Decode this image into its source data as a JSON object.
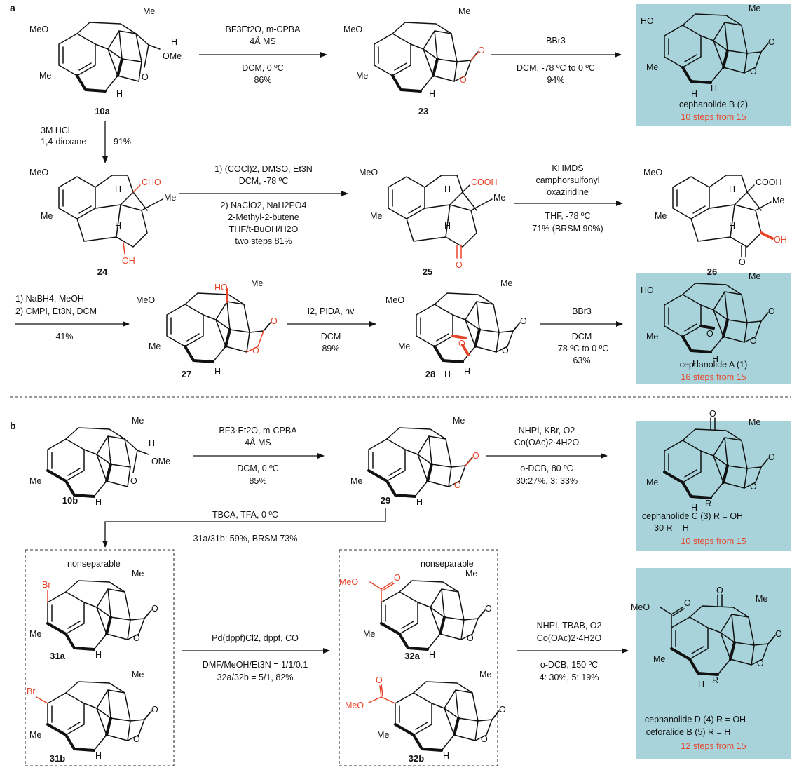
{
  "sections": {
    "a": "a",
    "b": "b"
  },
  "compounds": {
    "c10a": "10a",
    "c23": "23",
    "c24": "24",
    "c25": "25",
    "c26": "26",
    "c27": "27",
    "c28": "28",
    "c10b": "10b",
    "c29": "29",
    "c31a": "31a",
    "c31b": "31b",
    "c32a": "32a",
    "c32b": "32b"
  },
  "atoms": {
    "MeO": "MeO",
    "Me": "Me",
    "HO": "HO",
    "H": "H",
    "O": "O",
    "OMe": "OMe",
    "CHO": "CHO",
    "OH": "OH",
    "COOH": "COOH",
    "Br": "Br",
    "R": "R"
  },
  "notes": {
    "nonseparable": "nonseparable"
  },
  "conditions": {
    "r1": [
      "BF3Et2O, m-CPBA",
      "4Å MS",
      "DCM, 0 ºC",
      "86%"
    ],
    "r2": [
      "BBr3",
      "DCM, -78 ºC to 0 ºC",
      "94%"
    ],
    "r3": [
      "3M HCl",
      "1,4-dioxane",
      "91%"
    ],
    "r4": [
      "1) (COCl)2, DMSO, Et3N",
      "DCM, -78 ºC",
      "2) NaClO2, NaH2PO4",
      "2-Methyl-2-butene",
      "THF/t-BuOH/H2O",
      "two steps 81%"
    ],
    "r5": [
      "KHMDS",
      "camphorsulfonyl",
      "oxaziridine",
      "THF, -78 ºC",
      "71% (BRSM 90%)"
    ],
    "r6": [
      "1) NaBH4, MeOH",
      "2) CMPI, Et3N, DCM",
      "41%"
    ],
    "r7": [
      "I2, PIDA, hv",
      "DCM",
      "89%"
    ],
    "r8": [
      "BBr3",
      "DCM",
      "-78 ºC to 0 ºC",
      "63%"
    ],
    "r9": [
      "BF3·Et2O, m-CPBA",
      "4Å MS",
      "DCM, 0 ºC",
      "85%"
    ],
    "r10": [
      "NHPI, KBr, O2",
      "Co(OAc)2·4H2O",
      "o-DCB, 80 ºC",
      "30:27%, 3: 33%"
    ],
    "r11": [
      "TBCA, TFA, 0 ºC",
      "31a/31b: 59%, BRSM 73%"
    ],
    "r12": [
      "Pd(dppf)Cl2, dppf, CO",
      "DMF/MeOH/Et3N = 1/1/0.1",
      "32a/32b = 5/1, 82%"
    ],
    "r13": [
      "NHPI, TBAB, O2",
      "Co(OAc)2·4H2O",
      "o-DCB, 150 ºC",
      "4: 30%, 5: 19%"
    ]
  },
  "products": {
    "p1": {
      "name": "cephanolide B (2)",
      "steps": "10 steps from 15"
    },
    "p2": {
      "name": "cephanolide A (1)",
      "steps": "16 steps from 15"
    },
    "p3": {
      "name": "cephanolide C (3) R = OH",
      "name2": "30 R = H",
      "steps": "10 steps from 15"
    },
    "p4": {
      "name": "cephanolide D (4) R = OH",
      "name2": "ceforalide B (5) R = H",
      "steps": "12 steps from 15"
    }
  },
  "colors": {
    "box": "#a8d3da",
    "accent": "#e8442a"
  }
}
